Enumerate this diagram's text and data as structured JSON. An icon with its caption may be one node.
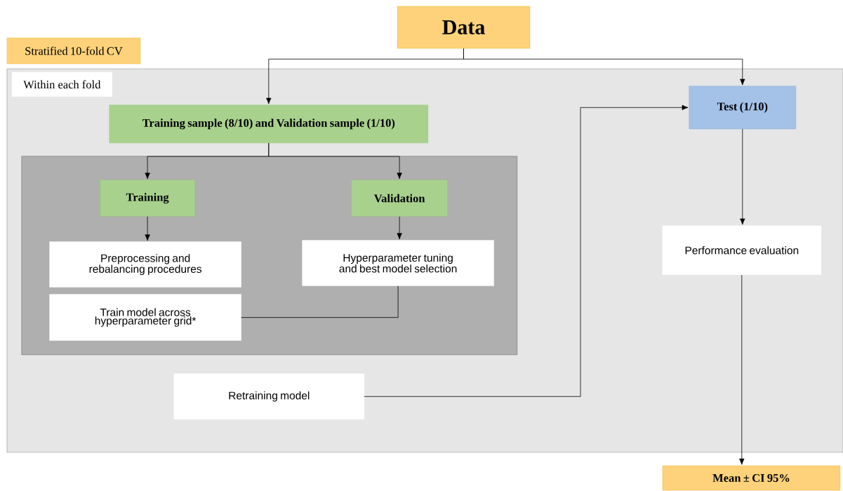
{
  "diagram": {
    "nodes": [
      {
        "text": [
          "Data"
        ]
      },
      {
        "text": [
          "Stratified 10-fold CV"
        ]
      },
      {
        "text": [
          "Within each fold"
        ]
      },
      {
        "text": [
          "Training sample (8/10) and Validation sample (1/10)"
        ],
        "in": 2
      },
      {
        "text": [],
        "shape": "box",
        "in": 2
      },
      {
        "text": [
          "Training"
        ],
        "in": 4
      },
      {
        "text": [
          "Validation"
        ],
        "in": 4
      },
      {
        "text": [
          "Preprocessing and rebalancing procedures"
        ],
        "in": 4
      },
      {
        "text": [
          "Train model across hyperparameter grid*"
        ],
        "in": 4
      },
      {
        "text": [
          "Hyperparameter tuning and best model selection"
        ],
        "in": 4
      },
      {
        "text": [
          "Retraining model"
        ],
        "in": 2
      },
      {
        "text": [
          "Test (1/10)"
        ],
        "in": 2
      },
      {
        "text": [
          "Performance evaluation"
        ],
        "in": 2
      },
      {
        "text": [
          "Mean ± CI 95%"
        ]
      }
    ],
    "edges": [
      {
        "from": 0,
        "to": 3,
        "arrow": "to"
      },
      {
        "from": 0,
        "to": 11,
        "arrow": "to"
      },
      {
        "from": 3,
        "to": 5,
        "arrow": "to"
      },
      {
        "from": 3,
        "to": 6,
        "arrow": "to"
      },
      {
        "from": 5,
        "to": 7,
        "arrow": "to"
      },
      {
        "from": 6,
        "to": 9,
        "arrow": "to"
      },
      {
        "from": 8,
        "to": 9,
        "arrow": "none"
      },
      {
        "from": 10,
        "to": 11,
        "arrow": "to"
      },
      {
        "from": 11,
        "to": 12,
        "arrow": "to"
      },
      {
        "from": 12,
        "to": 13,
        "arrow": "to"
      }
    ]
  }
}
